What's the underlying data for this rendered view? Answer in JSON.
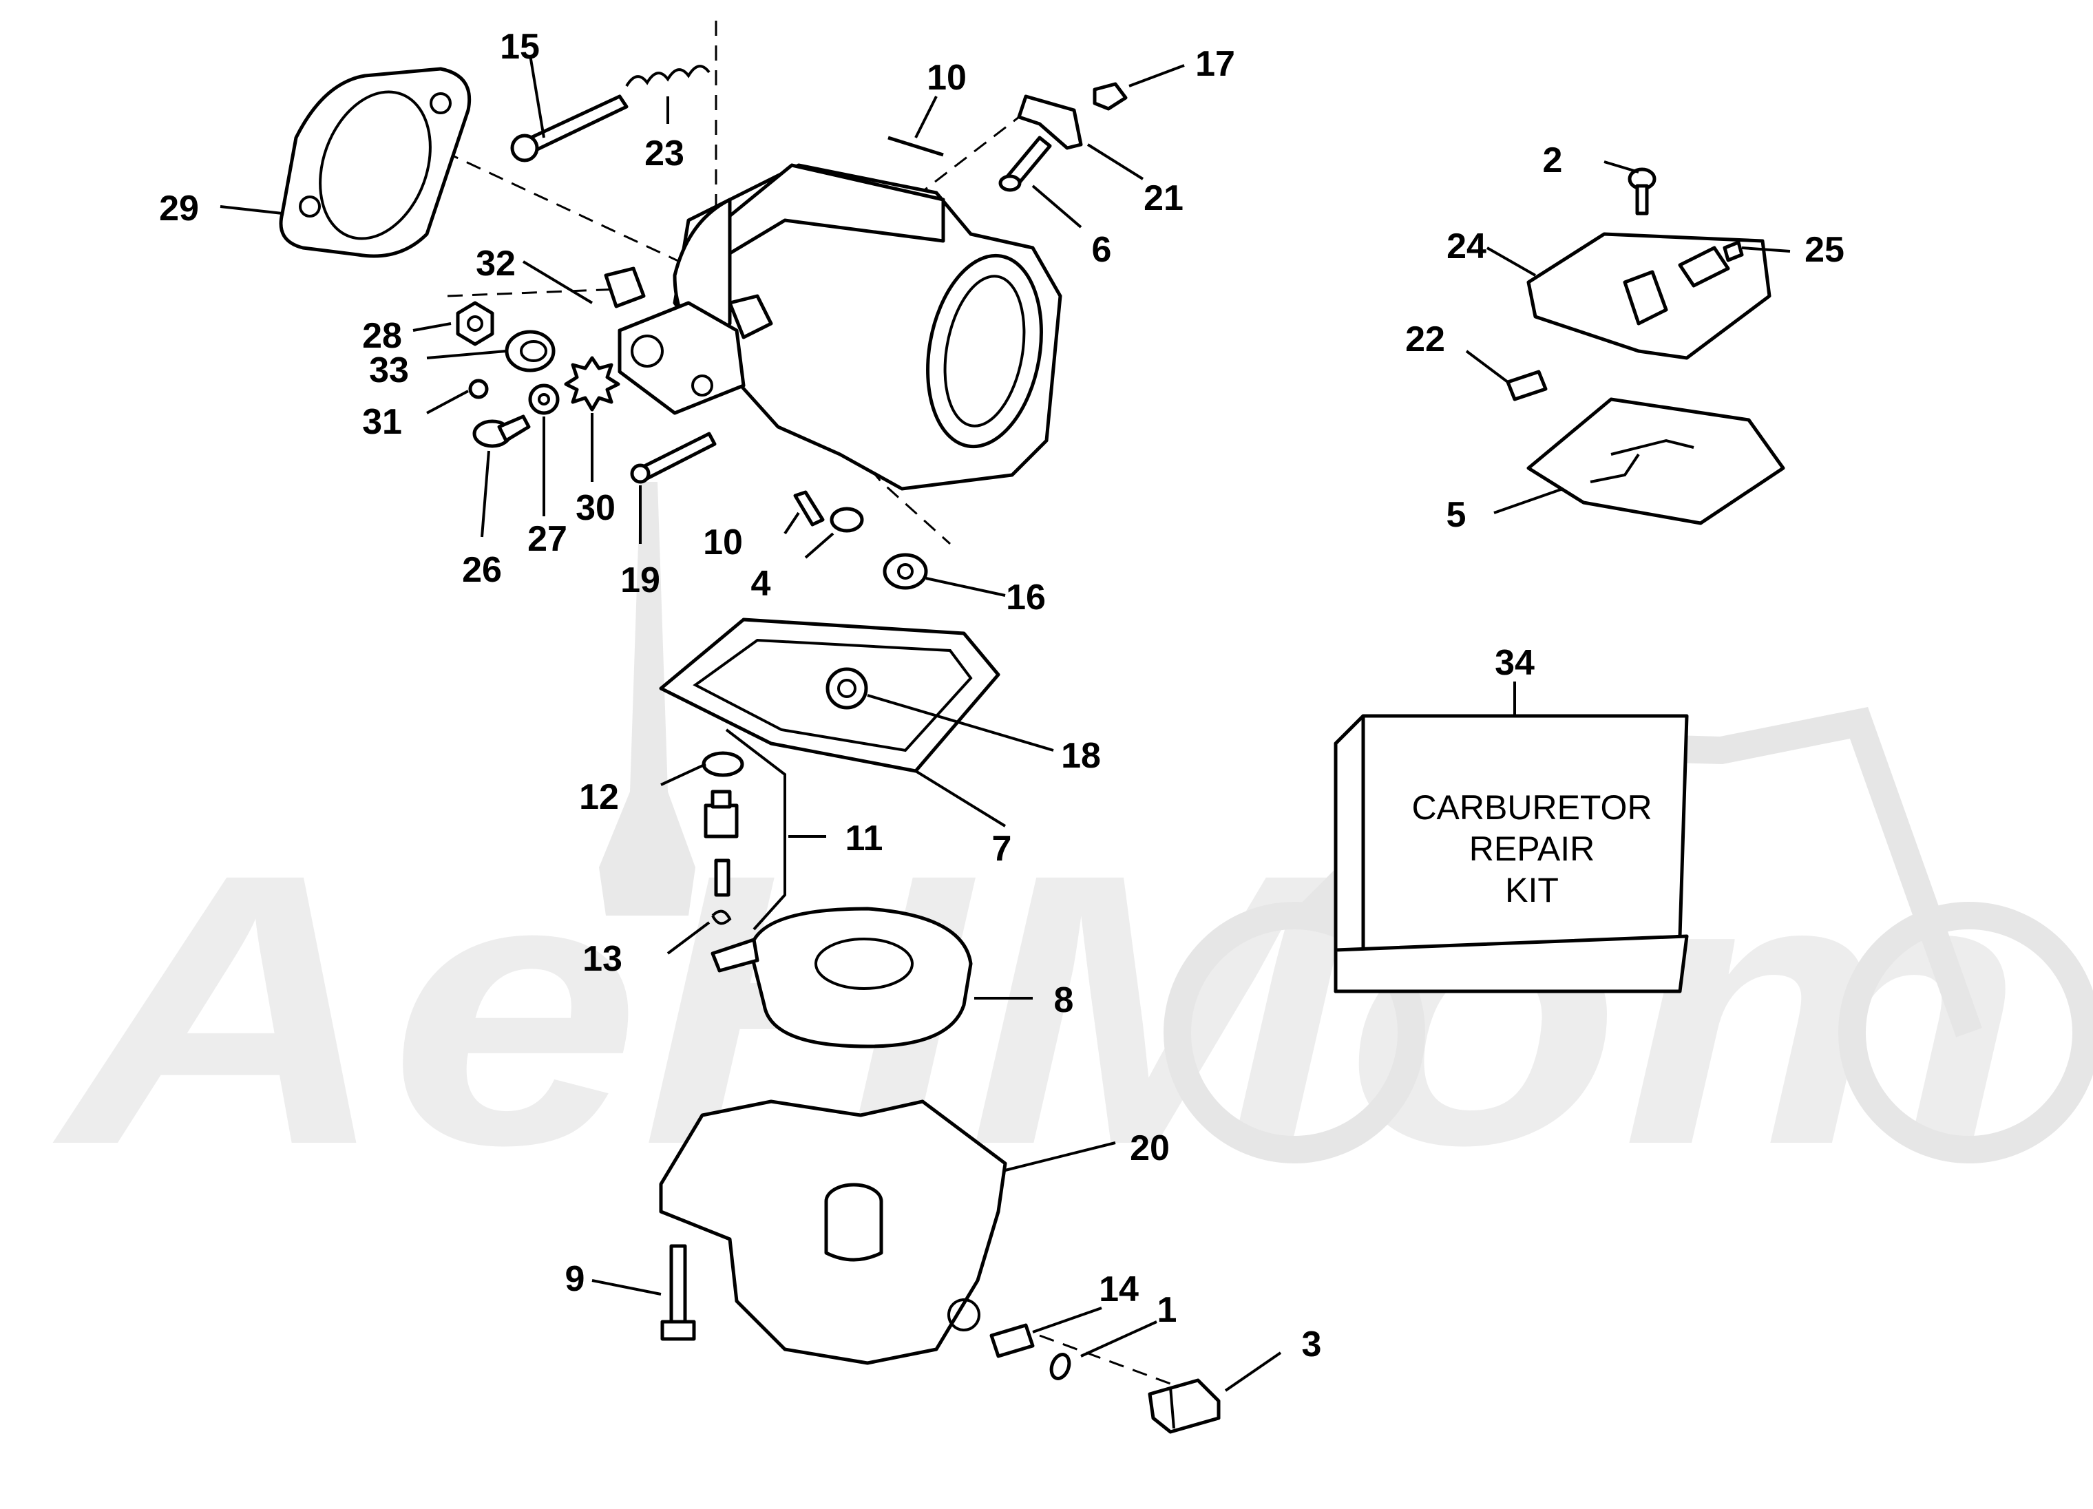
{
  "diagram": {
    "callouts": {
      "c1": "1",
      "c2": "2",
      "c3": "3",
      "c4": "4",
      "c5": "5",
      "c6": "6",
      "c7": "7",
      "c8": "8",
      "c9": "9",
      "c10a": "10",
      "c10b": "10",
      "c11": "11",
      "c12": "12",
      "c13": "13",
      "c14": "14",
      "c15": "15",
      "c16": "16",
      "c17": "17",
      "c18": "18",
      "c19": "19",
      "c20": "20",
      "c21": "21",
      "c22": "22",
      "c23": "23",
      "c24": "24",
      "c25": "25",
      "c26": "26",
      "c27": "27",
      "c28": "28",
      "c29": "29",
      "c30": "30",
      "c31": "31",
      "c32": "32",
      "c33": "33",
      "c34": "34"
    },
    "kit_box": {
      "line1": "CARBURETOR",
      "line2": "REPAIR",
      "line3": "KIT"
    },
    "watermark": "AeHMom"
  }
}
